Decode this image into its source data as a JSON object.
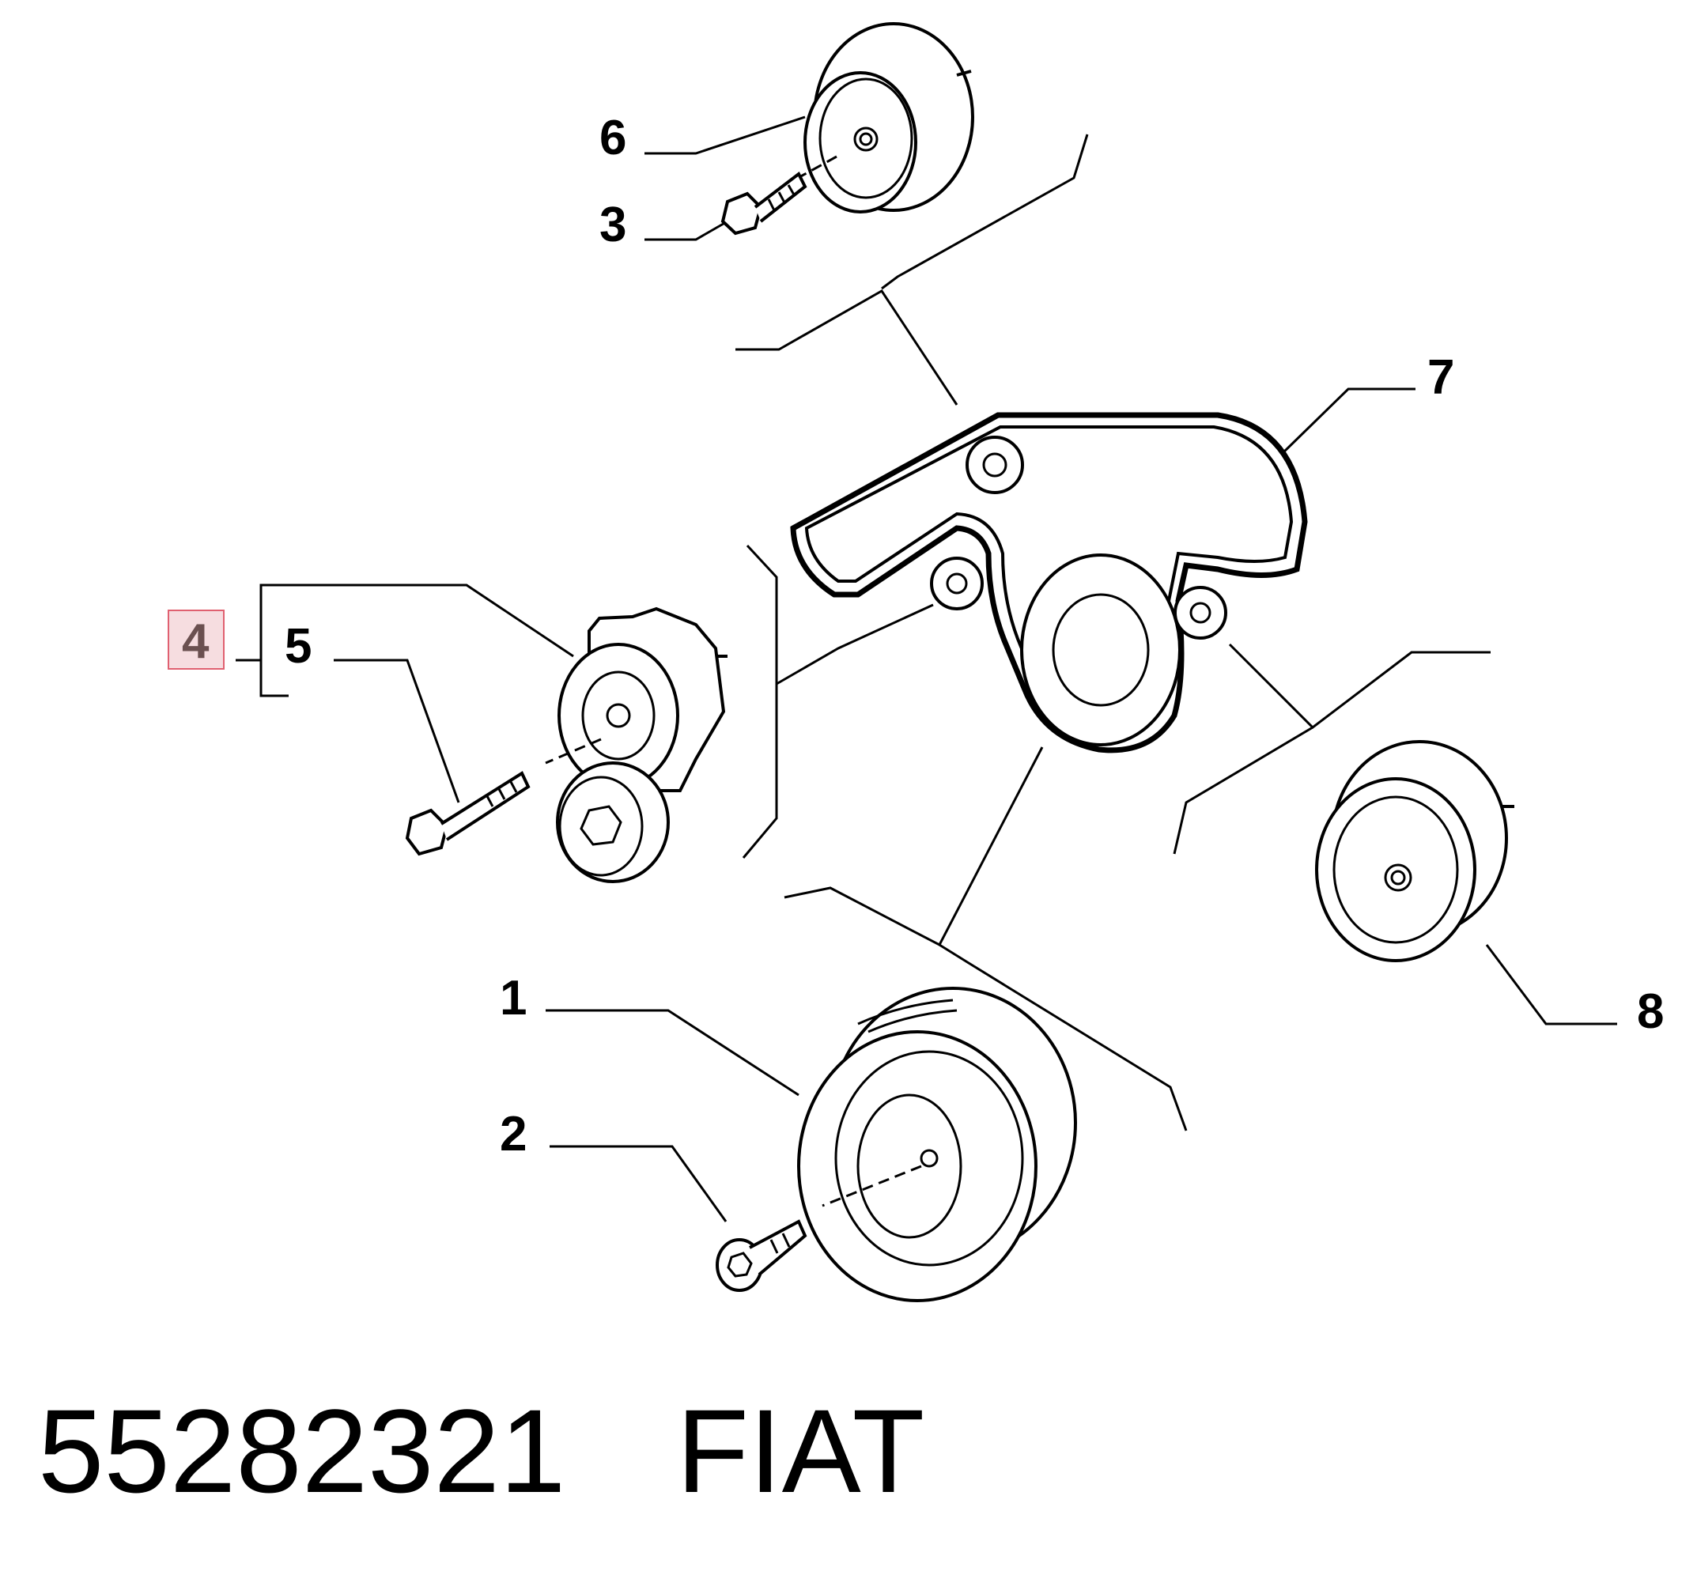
{
  "diagram": {
    "callouts": [
      {
        "id": "1",
        "text": "1"
      },
      {
        "id": "2",
        "text": "2"
      },
      {
        "id": "3",
        "text": "3"
      },
      {
        "id": "4",
        "text": "4",
        "highlighted": true
      },
      {
        "id": "5",
        "text": "5"
      },
      {
        "id": "6",
        "text": "6"
      },
      {
        "id": "7",
        "text": "7"
      },
      {
        "id": "8",
        "text": "8"
      }
    ],
    "highlight_color": "#e06070"
  },
  "caption": {
    "part_number": "55282321",
    "brand": "FIAT"
  }
}
